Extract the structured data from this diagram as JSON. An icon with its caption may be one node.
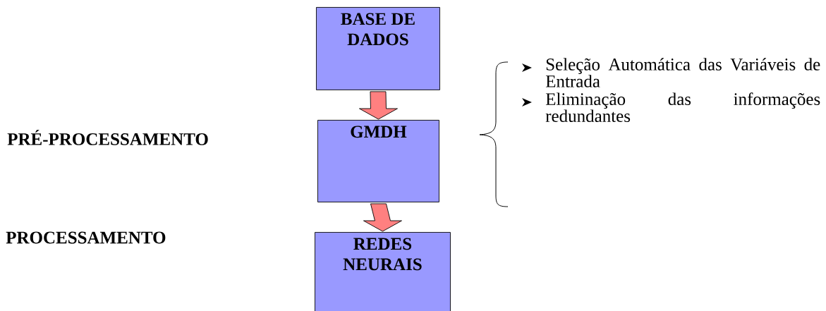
{
  "diagram": {
    "nodes": [
      {
        "text": [
          "BASE DE DADOS"
        ]
      },
      {
        "text": [
          "GMDH"
        ]
      },
      {
        "text": [
          "REDES NEURAIS"
        ]
      }
    ],
    "edges": [
      {
        "from": 0,
        "to": 1,
        "arrow": "to"
      },
      {
        "from": 1,
        "to": 2,
        "arrow": "to"
      }
    ],
    "labels": [
      "PRÉ-PROCESSAMENTO",
      "PROCESSAMENTO",
      "Seleção Automática das Variáveis de Entrada",
      "Eliminação das informações redundantes"
    ]
  }
}
